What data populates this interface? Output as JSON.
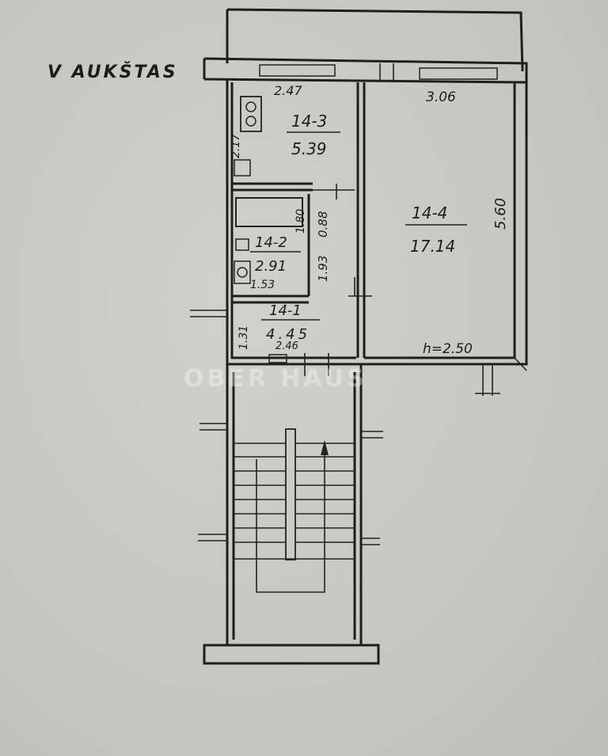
{
  "floor_label": "V AUKŠTAS",
  "rooms": [
    {
      "id": "14-3",
      "area": "5.39"
    },
    {
      "id": "14-4",
      "area": "17.14"
    },
    {
      "id": "14-2",
      "area": "2.91"
    },
    {
      "id": "14-1",
      "area": "4.45"
    }
  ],
  "dimensions": {
    "kitchen_width": "2.47",
    "kitchen_depth": "2.17",
    "room_width": "3.06",
    "room_length": "5.60",
    "bath_depth": "1.80",
    "bath_width": "1.53",
    "corridor_width": "0.88",
    "corridor_length": "1.93",
    "hall_depth": "1.31",
    "hall_width": "2.46",
    "ceiling_height": "h=2.50"
  },
  "watermark": "OBER HAUS"
}
